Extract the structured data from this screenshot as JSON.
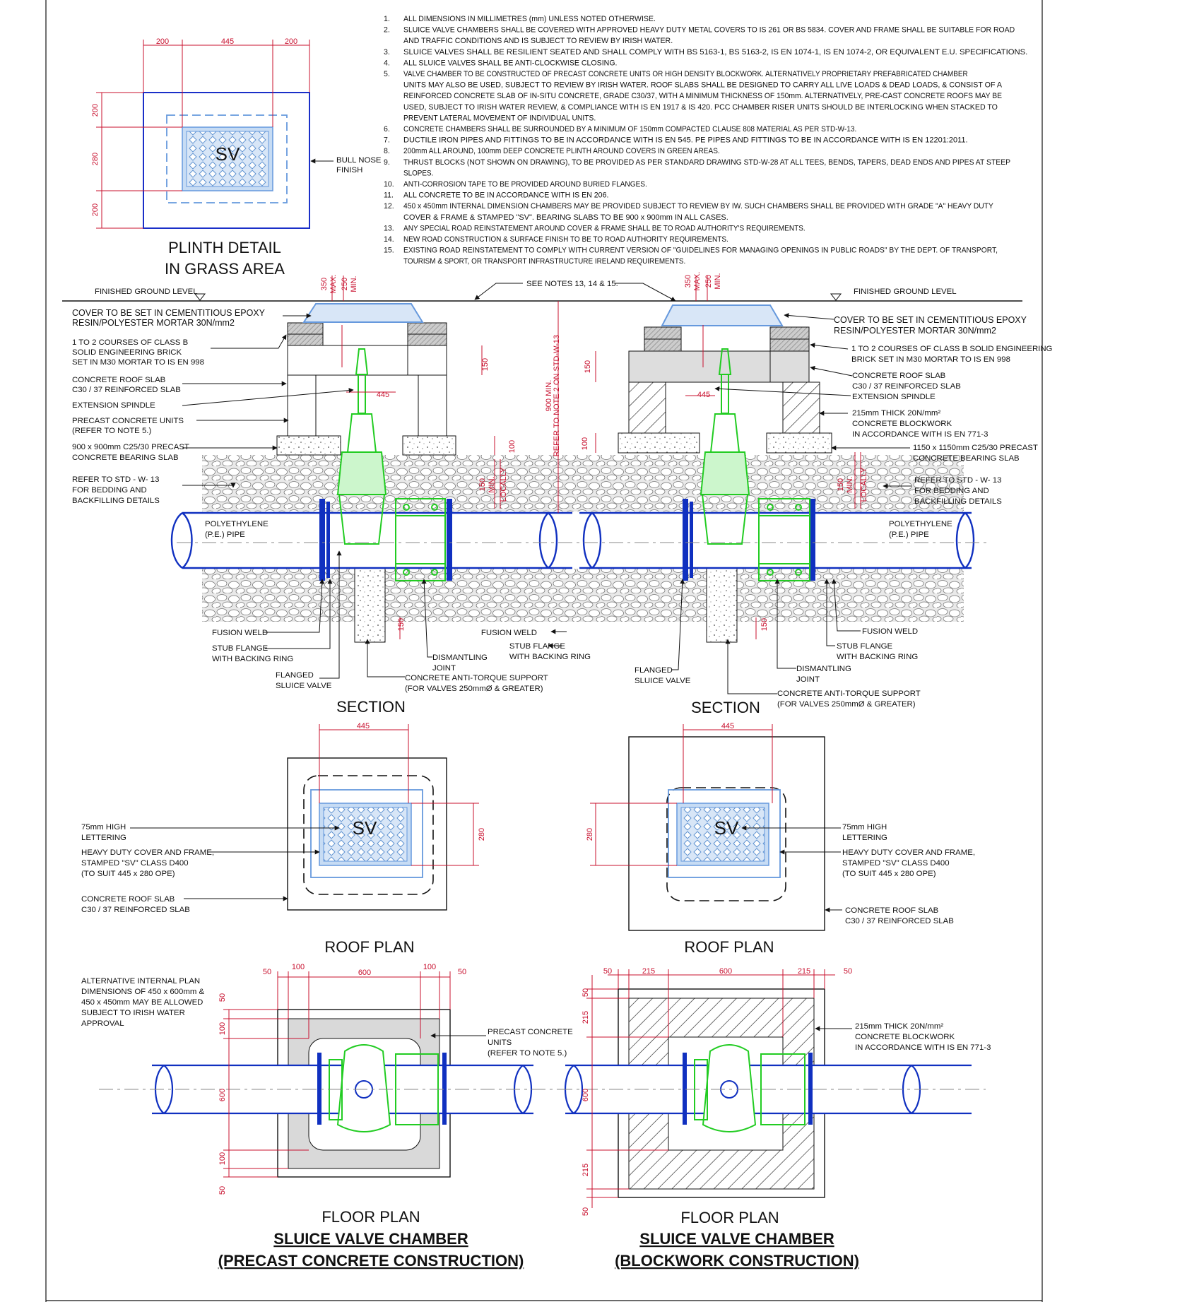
{
  "notes": [
    {
      "n": "1.",
      "lines": [
        "ALL DIMENSIONS IN MILLIMETRES (mm)  UNLESS NOTED OTHERWISE."
      ]
    },
    {
      "n": "2.",
      "lines": [
        "SLUICE VALVE  CHAMBERS SHALL BE COVERED WITH APPROVED  HEAVY DUTY METAL COVERS TO IS 261 OR BS 5834. COVER AND FRAME SHALL BE SUITABLE FOR ROAD",
        "AND TRAFFIC CONDITIONS AND IS SUBJECT TO REVIEW BY IRISH WATER."
      ]
    },
    {
      "n": "3.",
      "lines": [
        "SLUICE VALVES SHALL BE RESILIENT SEATED AND SHALL COMPLY WITH BS 5163-1, BS 5163-2, IS EN 1074-1, IS EN 1074-2, OR EQUIVALENT E.U. SPECIFICATIONS."
      ]
    },
    {
      "n": "4.",
      "lines": [
        "ALL SLUICE VALVES SHALL BE ANTI-CLOCKWISE CLOSING."
      ]
    },
    {
      "n": "5.",
      "lines": [
        "VALVE CHAMBER TO BE CONSTRUCTED OF PRECAST CONCRETE UNITS OR HIGH DENSITY BLOCKWORK. ALTERNATIVELY PROPRIETARY PREFABRICATED CHAMBER",
        "UNITS MAY ALSO BE USED, SUBJECT TO REVIEW BY IRISH WATER.  ROOF SLABS SHALL BE DESIGNED TO CARRY ALL LIVE LOADS & DEAD LOADS, & CONSIST OF A",
        "REINFORCED CONCRETE SLAB OF IN-SITU CONCRETE, GRADE C30/37, WITH A MINIMUM THICKNESS OF 150mm. ALTERNATIVELY, PRE-CAST CONCRETE ROOFS MAY BE",
        "USED, SUBJECT TO IRISH WATER REVIEW, & COMPLIANCE WITH IS EN 1917 & IS 420.  PCC CHAMBER RISER UNITS SHOULD BE INTERLOCKING WHEN STACKED TO",
        "PREVENT LATERAL MOVEMENT OF INDIVIDUAL UNITS."
      ]
    },
    {
      "n": "6.",
      "lines": [
        "CONCRETE CHAMBERS SHALL BE SURROUNDED BY A MINIMUM OF 150mm COMPACTED CLAUSE 808 MATERIAL AS PER STD-W-13."
      ]
    },
    {
      "n": "7.",
      "lines": [
        "DUCTILE IRON PIPES AND FITTINGS TO BE IN ACCORDANCE WITH IS EN 545. PE PIPES AND FITTINGS TO BE IN ACCORDANCE WITH IS EN 12201:2011."
      ]
    },
    {
      "n": "8.",
      "lines": [
        "200mm ALL AROUND, 100mm DEEP CONCRETE PLINTH AROUND COVERS IN GREEN AREAS."
      ]
    },
    {
      "n": "9.",
      "lines": [
        "THRUST BLOCKS (NOT SHOWN ON DRAWING), TO BE PROVIDED AS PER STANDARD DRAWING STD-W-28 AT ALL TEES, BENDS, TAPERS, DEAD ENDS AND PIPES AT STEEP",
        "SLOPES."
      ]
    },
    {
      "n": "10.",
      "lines": [
        "ANTI-CORROSION TAPE TO BE PROVIDED AROUND BURIED FLANGES."
      ]
    },
    {
      "n": "11.",
      "lines": [
        "ALL CONCRETE TO BE IN ACCORDANCE WITH IS EN 206."
      ]
    },
    {
      "n": "12.",
      "lines": [
        "450 x 450mm INTERNAL DIMENSION CHAMBERS MAY BE PROVIDED SUBJECT TO REVIEW BY IW. SUCH CHAMBERS SHALL BE PROVIDED WITH GRADE \"A\" HEAVY DUTY",
        "COVER & FRAME & STAMPED \"SV\".  BEARING SLABS TO BE 900 x 900mm IN ALL CASES."
      ]
    },
    {
      "n": "13.",
      "lines": [
        "ANY SPECIAL ROAD REINSTATEMENT AROUND COVER & FRAME SHALL BE TO ROAD AUTHORITY'S REQUIREMENTS."
      ]
    },
    {
      "n": "14.",
      "lines": [
        "NEW ROAD CONSTRUCTION & SURFACE FINISH TO BE TO ROAD AUTHORITY REQUIREMENTS."
      ]
    },
    {
      "n": "15.",
      "lines": [
        "EXISTING ROAD REINSTATEMENT TO COMPLY WITH CURRENT VERSION OF \"GUIDELINES FOR MANAGING OPENINGS IN PUBLIC ROADS\" BY THE DEPT. OF TRANSPORT,",
        "TOURISM & SPORT, OR TRANSPORT INFRASTRUCTURE IRELAND REQUIREMENTS."
      ]
    }
  ],
  "plinth": {
    "title1": "PLINTH DETAIL",
    "title2": "IN GRASS AREA",
    "sv": "SV",
    "bull_nose_1": "BULL NOSE",
    "bull_nose_2": "FINISH",
    "d200": "200",
    "d445": "445",
    "d280": "280"
  },
  "section_common": {
    "title": "SECTION",
    "see_notes": "SEE NOTES 13, 14 & 15.",
    "fgl": "FINISHED GROUND LEVEL",
    "d350": "350",
    "max": "MAX.",
    "d250": "250",
    "min": "MIN.",
    "d150": "150",
    "d445": "445",
    "d100": "100",
    "locally": "LOCALLY",
    "d900": "900 MIN.",
    "ref_note2": "REFER TO NOTE 2 ON STD-W-13",
    "pe1": "POLYETHYLENE",
    "pe2": "(P.E.) PIPE"
  },
  "section_left": {
    "cover1": "COVER TO BE SET IN CEMENTITIOUS EPOXY",
    "cover2": "RESIN/POLYESTER MORTAR 30N/mm2",
    "brick1": "1 TO 2 COURSES OF CLASS B",
    "brick2": "SOLID ENGINEERING BRICK",
    "brick3": "SET IN M30 MORTAR TO IS EN 998",
    "roof1": "CONCRETE ROOF SLAB",
    "roof2": "C30 / 37 REINFORCED SLAB",
    "spindle": "EXTENSION SPINDLE",
    "precast1": "PRECAST CONCRETE UNITS",
    "precast2": "(REFER TO NOTE 5.)",
    "bearing1": "900 x 900mm C25/30  PRECAST",
    "bearing2": "CONCRETE BEARING SLAB",
    "bed1": "REFER TO STD - W- 13",
    "bed2": "FOR BEDDING AND",
    "bed3": "BACKFILLING DETAILS",
    "fusion": "FUSION WELD",
    "stub1": "STUB FLANGE",
    "stub2": "WITH BACKING RING",
    "valve1": "FLANGED",
    "valve2": "SLUICE VALVE",
    "dj1": "DISMANTLING",
    "dj2": "JOINT",
    "ats1": "CONCRETE ANTI-TORQUE SUPPORT",
    "ats2": "(FOR VALVES 250mmØ & GREATER)"
  },
  "section_right": {
    "cover1": "COVER TO BE SET IN CEMENTITIOUS EPOXY",
    "cover2": "RESIN/POLYESTER MORTAR 30N/mm2",
    "brick1": "1 TO 2 COURSES OF CLASS B SOLID ENGINEERING",
    "brick2": "BRICK SET IN M30 MORTAR TO IS EN 998",
    "roof1": "CONCRETE ROOF SLAB",
    "roof2": "C30 / 37 REINFORCED SLAB",
    "spindle": "EXTENSION SPINDLE",
    "block1": "215mm THICK 20N/mm²",
    "block2": "CONCRETE BLOCKWORK",
    "block3": "IN ACCORDANCE WITH IS EN 771-3",
    "bearing1": "1150 x 1150mm C25/30  PRECAST",
    "bearing2": "CONCRETE BEARING SLAB",
    "bed1": "REFER TO STD - W- 13",
    "bed2": "FOR BEDDING AND",
    "bed3": "BACKFILLING DETAILS",
    "fusion": "FUSION WELD",
    "stub1": "STUB FLANGE",
    "stub2": "WITH BACKING RING",
    "valve1": "FLANGED",
    "valve2": "SLUICE VALVE",
    "dj1": "DISMANTLING",
    "dj2": "JOINT",
    "ats1": "CONCRETE ANTI-TORQUE SUPPORT",
    "ats2": "(FOR VALVES 250mmØ & GREATER)"
  },
  "roof_common": {
    "title": "ROOF PLAN",
    "sv": "SV",
    "d445": "445",
    "d280": "280",
    "let1": "75mm HIGH",
    "let2": "LETTERING",
    "cov1": "HEAVY DUTY COVER AND FRAME,",
    "cov2": "STAMPED \"SV\" CLASS D400",
    "cov3": "(TO SUIT 445 x 280 OPE)",
    "slab1": "CONCRETE ROOF SLAB",
    "slab2": "C30 / 37 REINFORCED SLAB"
  },
  "floor_left": {
    "title": "FLOOR PLAN",
    "alt1": "ALTERNATIVE INTERNAL PLAN",
    "alt2": "DIMENSIONS OF 450 x 600mm &",
    "alt3": "450 x 450mm MAY BE ALLOWED",
    "alt4": "SUBJECT TO IRISH WATER",
    "alt5": "APPROVAL",
    "pc1": "PRECAST CONCRETE",
    "pc2": "UNITS",
    "pc3": "(REFER TO NOTE 5.)",
    "d50": "50",
    "d100": "100",
    "d600": "600"
  },
  "floor_right": {
    "title": "FLOOR PLAN",
    "blk1": "215mm THICK 20N/mm²",
    "blk2": "CONCRETE BLOCKWORK",
    "blk3": "IN ACCORDANCE WITH IS EN 771-3",
    "d50": "50",
    "d215": "215",
    "d600": "600"
  },
  "captions": {
    "left1": "SLUICE VALVE CHAMBER",
    "left2": "(PRECAST CONCRETE CONSTRUCTION)",
    "right1": "SLUICE VALVE CHAMBER",
    "right2": "(BLOCKWORK CONSTRUCTION)"
  },
  "colors": {
    "dimension": "#c8102e",
    "pipe": "#1030c0",
    "valve": "#22cc22",
    "cover": "#6699dd",
    "frame": "#1a2fc8"
  }
}
